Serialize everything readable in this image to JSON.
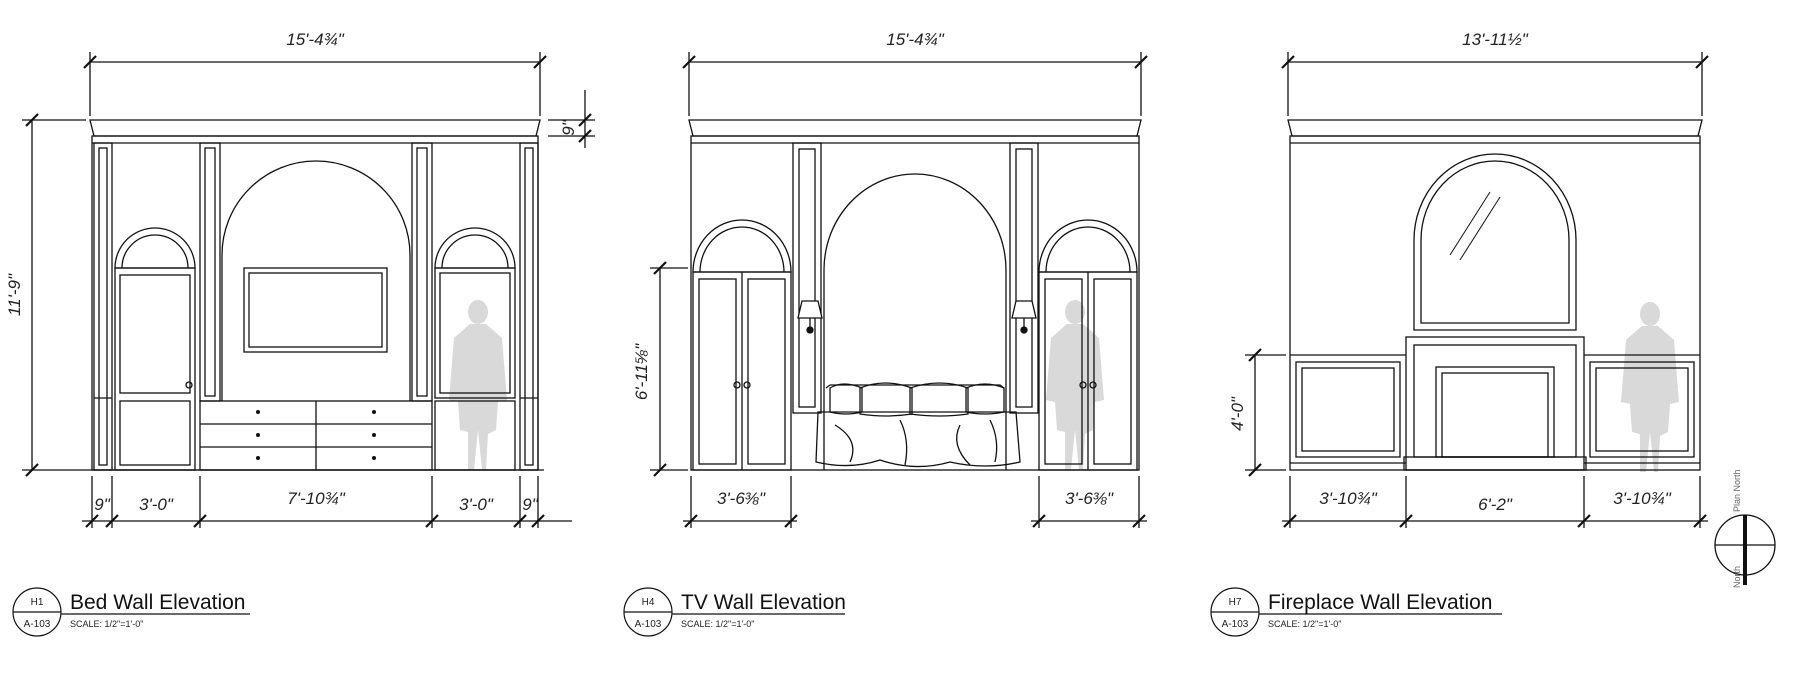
{
  "elevations": [
    {
      "title": "Bed Wall Elevation",
      "scale": "SCALE:  1/2\"=1'-0\"",
      "tag": {
        "detail": "H1",
        "sheet": "A-103"
      },
      "dimensions": {
        "overall_width": "15'-4¾\"",
        "overall_height": "11'-9\"",
        "crown": "9\"",
        "bottom": [
          "9\"",
          "3'-0\"",
          "7'-10¾\"",
          "3'-0\"",
          "9\""
        ]
      }
    },
    {
      "title": "TV Wall Elevation",
      "scale": "SCALE:  1/2\"=1'-0\"",
      "tag": {
        "detail": "H4",
        "sheet": "A-103"
      },
      "dimensions": {
        "overall_width": "15'-4¾\"",
        "height": "6'-11⅝\"",
        "bottom": [
          "3'-6⅜\"",
          "3'-6⅜\""
        ]
      }
    },
    {
      "title": "Fireplace Wall Elevation",
      "scale": "SCALE:  1/2\"=1'-0\"",
      "tag": {
        "detail": "H7",
        "sheet": "A-103"
      },
      "dimensions": {
        "overall_width": "13'-11½\"",
        "wainscot_height": "4'-0\"",
        "bottom": [
          "3'-10¾\"",
          "6'-2\"",
          "3'-10¾\""
        ]
      }
    }
  ],
  "north_arrow": {
    "label_plan": "Plan North",
    "label_true": "North"
  },
  "colors": {
    "line": "#111111",
    "figure": "#d9d9d9"
  }
}
